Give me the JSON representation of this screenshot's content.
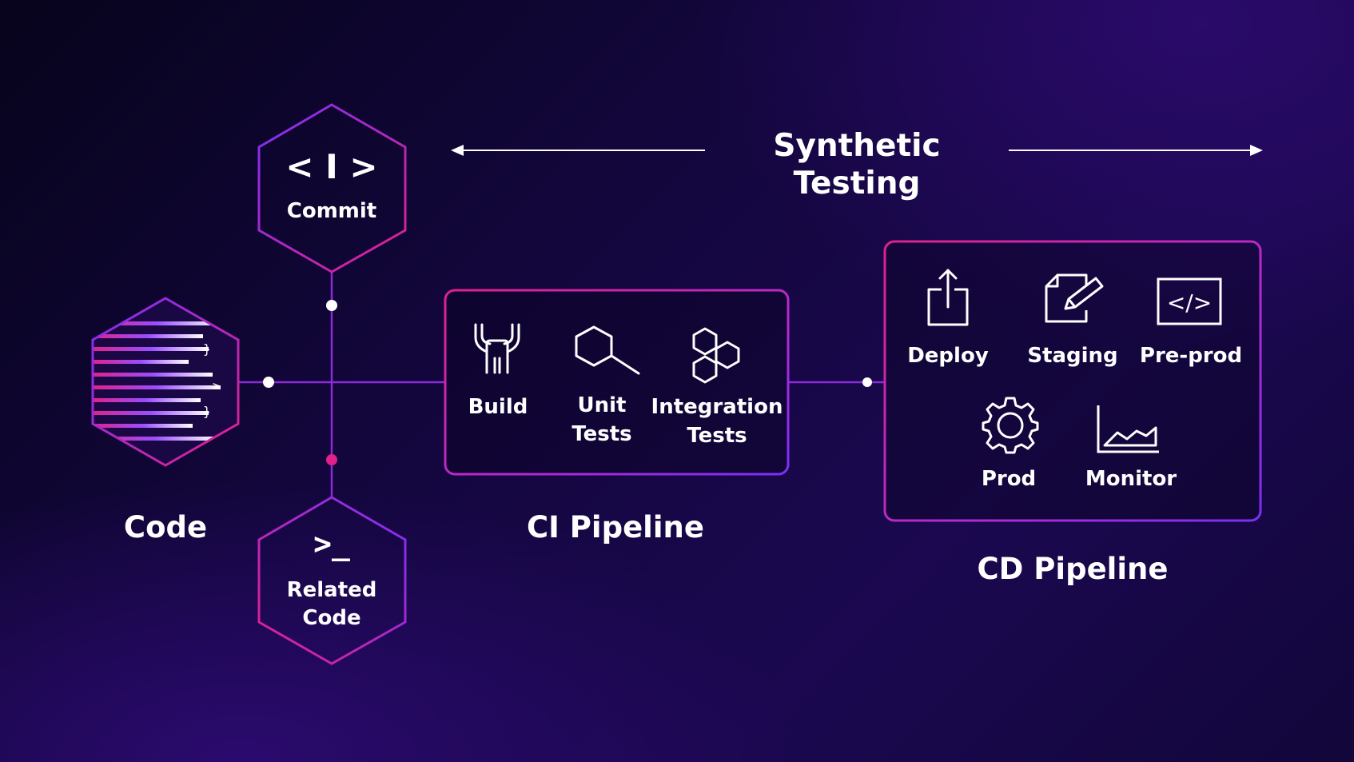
{
  "colors": {
    "magenta": "#e0218a",
    "purple": "#7b2ff7",
    "line": "#8a2bd6",
    "background": "#12063a"
  },
  "header": {
    "title": "Synthetic Testing"
  },
  "code": {
    "label": "Code"
  },
  "commit": {
    "symbol": "< I >",
    "label": "Commit",
    "icon": "code-brackets-icon"
  },
  "related": {
    "symbol": ">_",
    "label_line1": "Related",
    "label_line2": "Code",
    "icon": "terminal-prompt-icon"
  },
  "ci": {
    "title": "CI Pipeline",
    "steps": [
      {
        "label_line1": "Build",
        "label_line2": "",
        "icon": "wrench-icon"
      },
      {
        "label_line1": "Unit",
        "label_line2": "Tests",
        "icon": "magnifier-hexagon-icon"
      },
      {
        "label_line1": "Integration",
        "label_line2": "Tests",
        "icon": "linked-hexagons-icon"
      }
    ]
  },
  "cd": {
    "title": "CD Pipeline",
    "steps": [
      {
        "label": "Deploy",
        "icon": "upload-icon"
      },
      {
        "label": "Staging",
        "icon": "pencil-document-icon"
      },
      {
        "label": "Pre-prod",
        "icon": "code-window-icon"
      },
      {
        "label": "Prod",
        "icon": "gear-icon"
      },
      {
        "label": "Monitor",
        "icon": "area-chart-icon"
      }
    ]
  }
}
